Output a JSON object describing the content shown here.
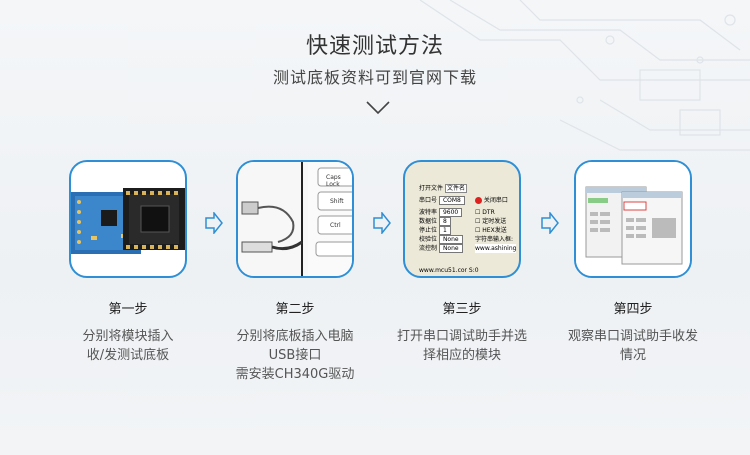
{
  "header": {
    "title": "快速测试方法",
    "subtitle": "测试底板资料可到官网下载"
  },
  "colors": {
    "accent": "#2e8fd6",
    "text": "#333333"
  },
  "steps": [
    {
      "label": "第一步",
      "desc": [
        "分别将模块插入",
        "收/发测试底板"
      ]
    },
    {
      "label": "第二步",
      "desc": [
        "分别将底板插入电脑",
        "USB接口",
        "需安装CH340G驱动"
      ]
    },
    {
      "label": "第三步",
      "desc": [
        "打开串口调试助手并选",
        "择相应的模块"
      ]
    },
    {
      "label": "第四步",
      "desc": [
        "观察串口调试助手收发",
        "情况"
      ]
    }
  ],
  "keyboard": {
    "key_caps": "Caps Lock",
    "key_shift": "Shift",
    "key_ctrl": "Ctrl"
  },
  "serial_tool": {
    "menu": [
      "打开文件",
      "文件名"
    ],
    "port_label": "串口号",
    "port_value": "COM8",
    "close_port": "关闭串口",
    "baud_label": "波特率",
    "baud_value": "9600",
    "data_label": "数据位",
    "data_value": "8",
    "stop_label": "停止位",
    "stop_value": "1",
    "parity_label": "校验位",
    "parity_value": "None",
    "flow_label": "流控制",
    "flow_value": "None",
    "dtr": "DTR",
    "timed_send": "定时发送",
    "hex_send": "HEX发送",
    "char_input": "字符串输入框:",
    "site": "www.mcu51.cor S:0",
    "url_fragment": "www.ashining"
  }
}
